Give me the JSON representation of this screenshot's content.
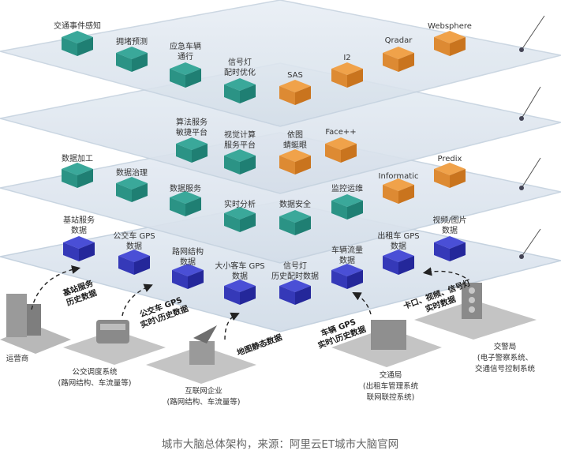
{
  "layers": [
    {
      "name": "apps",
      "items": [
        {
          "lines": [
            "交通事件感知"
          ],
          "color": "teal"
        },
        {
          "lines": [
            "拥堵预测"
          ],
          "color": "teal"
        },
        {
          "lines": [
            "应急车辆",
            "通行"
          ],
          "color": "teal"
        },
        {
          "lines": [
            "信号灯",
            "配时优化"
          ],
          "color": "teal"
        },
        {
          "lines": [
            "SAS"
          ],
          "color": "orange"
        },
        {
          "lines": [
            "I2"
          ],
          "color": "orange"
        },
        {
          "lines": [
            "Qradar"
          ],
          "color": "orange"
        },
        {
          "lines": [
            "Websphere"
          ],
          "color": "orange"
        }
      ]
    },
    {
      "name": "ai-platform",
      "items": [
        {
          "lines": [
            "算法服务",
            "敏捷平台"
          ],
          "color": "teal"
        },
        {
          "lines": [
            "视觉计算",
            "服务平台"
          ],
          "color": "teal"
        },
        {
          "lines": [
            "依图",
            "蜻蜓眼"
          ],
          "color": "orange"
        },
        {
          "lines": [
            "Face++"
          ],
          "color": "orange"
        }
      ]
    },
    {
      "name": "data-platform",
      "items": [
        {
          "lines": [
            "数据加工"
          ],
          "color": "teal"
        },
        {
          "lines": [
            "数据治理"
          ],
          "color": "teal"
        },
        {
          "lines": [
            "数据服务"
          ],
          "color": "teal"
        },
        {
          "lines": [
            "实时分析"
          ],
          "color": "teal"
        },
        {
          "lines": [
            "数据安全"
          ],
          "color": "teal"
        },
        {
          "lines": [
            "监控运维"
          ],
          "color": "teal"
        },
        {
          "lines": [
            "Informatic"
          ],
          "color": "orange"
        },
        {
          "lines": [
            "Predix"
          ],
          "color": "orange"
        }
      ]
    },
    {
      "name": "data-resources",
      "items": [
        {
          "lines": [
            "基站服务",
            "数据"
          ],
          "color": "blue"
        },
        {
          "lines": [
            "公交车 GPS",
            "数据"
          ],
          "color": "blue"
        },
        {
          "lines": [
            "路网结构",
            "数据"
          ],
          "color": "blue"
        },
        {
          "lines": [
            "大小客车 GPS",
            "数据"
          ],
          "color": "blue"
        },
        {
          "lines": [
            "信号灯",
            "历史配时数据"
          ],
          "color": "blue"
        },
        {
          "lines": [
            "车辆流量",
            "数据"
          ],
          "color": "blue"
        },
        {
          "lines": [
            "出租车 GPS",
            "数据"
          ],
          "color": "blue"
        },
        {
          "lines": [
            "视频/图片",
            "数据"
          ],
          "color": "blue"
        }
      ]
    }
  ],
  "flows": [
    {
      "lines": [
        "基站服务",
        "历史数据"
      ]
    },
    {
      "lines": [
        "公交车 GPS",
        "实时\\历史数据"
      ]
    },
    {
      "lines": [
        "地图静态数据"
      ]
    },
    {
      "lines": [
        "车辆 GPS",
        "实时\\历史数据"
      ]
    },
    {
      "lines": [
        "卡口、视频、信号灯",
        "实时数据"
      ]
    }
  ],
  "sources": [
    {
      "lines": [
        "运营商"
      ]
    },
    {
      "lines": [
        "公交调度系统",
        "(路网结构、车流量等)"
      ]
    },
    {
      "lines": [
        "互联网企业",
        "(路网结构、车流量等)"
      ]
    },
    {
      "lines": [
        "交通局",
        "(出租车管理系统",
        "联网联控系统)"
      ]
    },
    {
      "lines": [
        "交警局",
        "(电子警察系统、",
        "交通信号控制系统"
      ]
    }
  ],
  "caption": "城市大脑总体架构，来源：阿里云ET城市大脑官网",
  "colors": {
    "teal": [
      "#3aa89a",
      "#1f7f73",
      "#2b9385"
    ],
    "orange": [
      "#f0a24a",
      "#c9741e",
      "#dd8a33"
    ],
    "blue": [
      "#4a4fd6",
      "#24279a",
      "#3539b8"
    ],
    "plane": "#dde6ef",
    "plane_edge": "#c5d2df"
  }
}
